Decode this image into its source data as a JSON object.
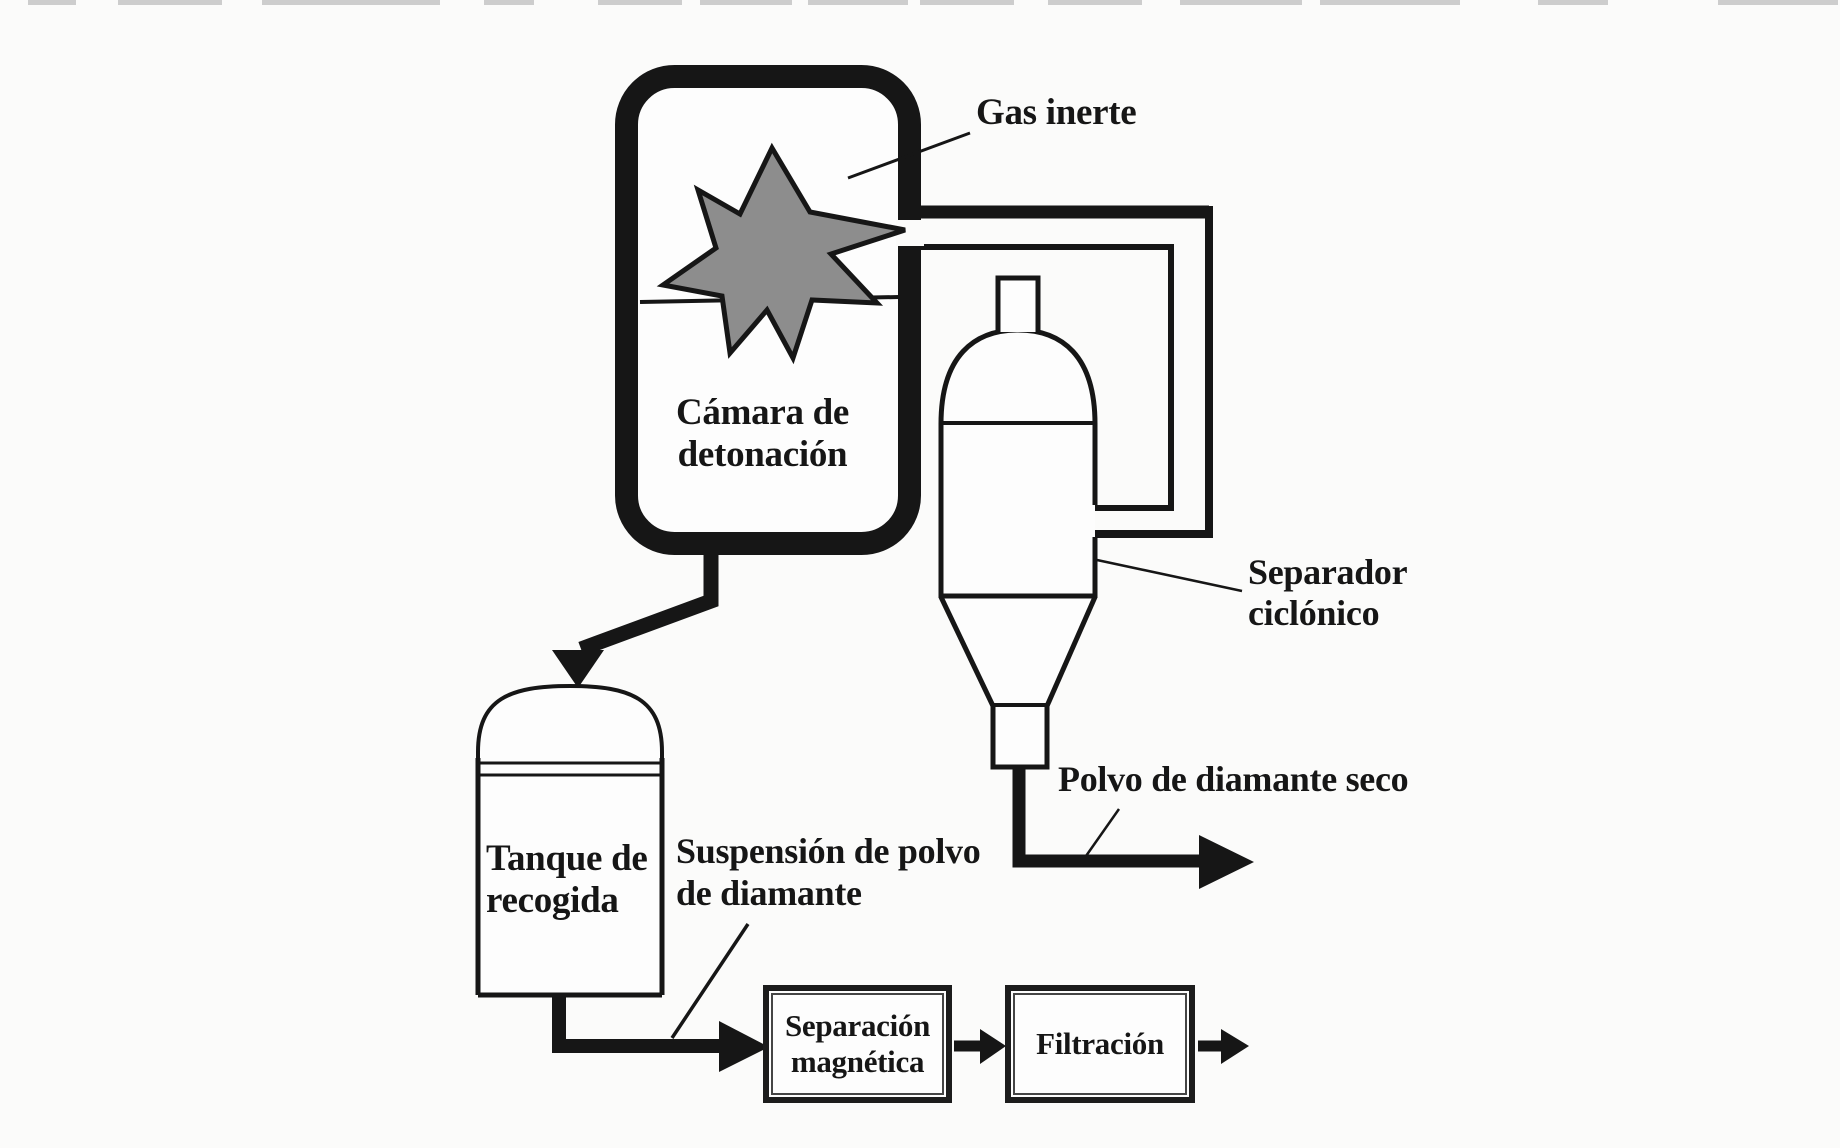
{
  "colors": {
    "background": "#fbfbfa",
    "ink": "#161616",
    "star_fill": "#8d8d8d"
  },
  "labels": {
    "gas_inerte": "Gas inerte",
    "detonation_chamber": [
      "Cámara de",
      "detonación"
    ],
    "cyclone_separator": [
      "Separador",
      "ciclónico"
    ],
    "collection_tank": [
      "Tanque de",
      "recogida"
    ],
    "suspension": [
      "Suspensión de polvo",
      "de diamante"
    ],
    "dry_powder": "Polvo de diamante seco",
    "magnetic_separation": [
      "Separación",
      "magnética"
    ],
    "filtration": "Filtración"
  },
  "flow": {
    "nodes": [
      "Cámara de detonación",
      "Separador ciclónico",
      "Tanque de recogida",
      "Separación magnética",
      "Filtración"
    ],
    "streams": [
      "Gas inerte",
      "Polvo de diamante seco",
      "Suspensión de polvo de diamante"
    ]
  }
}
